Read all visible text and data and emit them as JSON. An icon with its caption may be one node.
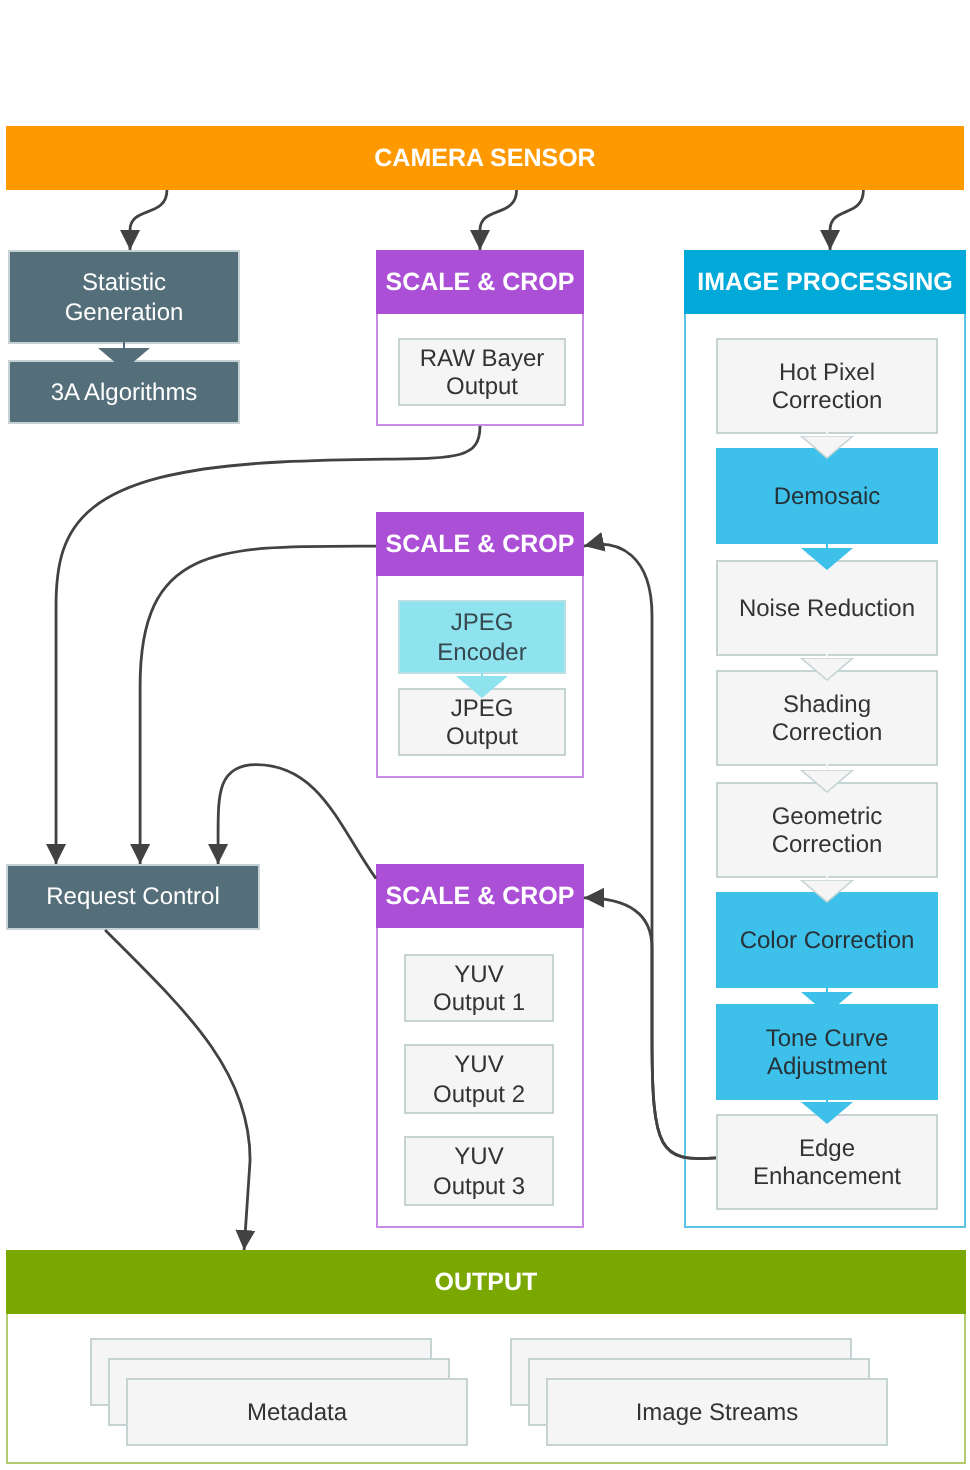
{
  "diagram": {
    "nodes": [
      {
        "text": [
          "CAMERA SENSOR"
        ]
      },
      {
        "text": [
          "Statistic Generation"
        ]
      },
      {
        "text": [
          "3A Algorithms"
        ]
      },
      {
        "text": [
          "SCALE & CROP"
        ]
      },
      {
        "text": [
          "RAW Bayer Output"
        ],
        "in": 3
      },
      {
        "text": [
          "SCALE & CROP"
        ]
      },
      {
        "text": [
          "JPEG Encoder"
        ],
        "in": 5
      },
      {
        "text": [
          "JPEG Output"
        ],
        "in": 5
      },
      {
        "text": [
          "Request Control"
        ]
      },
      {
        "text": [
          "SCALE & CROP"
        ]
      },
      {
        "text": [
          "YUV Output 1"
        ],
        "in": 9
      },
      {
        "text": [
          "YUV Output 2"
        ],
        "in": 9
      },
      {
        "text": [
          "YUV Output 3"
        ],
        "in": 9
      },
      {
        "text": [
          "IMAGE PROCESSING"
        ]
      },
      {
        "text": [
          "Hot Pixel Correction"
        ],
        "in": 13
      },
      {
        "text": [
          "Demosaic"
        ],
        "in": 13
      },
      {
        "text": [
          "Noise Reduction"
        ],
        "in": 13
      },
      {
        "text": [
          "Shading Correction"
        ],
        "in": 13
      },
      {
        "text": [
          "Geometric Correction"
        ],
        "in": 13
      },
      {
        "text": [
          "Color Correction"
        ],
        "in": 13
      },
      {
        "text": [
          "Tone Curve Adjustment"
        ],
        "in": 13
      },
      {
        "text": [
          "Edge Enhancement"
        ],
        "in": 13
      },
      {
        "text": [
          "OUTPUT"
        ]
      },
      {
        "text": [
          "Metadata"
        ],
        "in": 22
      },
      {
        "text": [
          "Image Streams"
        ],
        "in": 22
      }
    ],
    "edges": [
      {
        "from": 0,
        "to": 1,
        "arrow": "to"
      },
      {
        "from": 0,
        "to": 3,
        "arrow": "to"
      },
      {
        "from": 0,
        "to": 13,
        "arrow": "to"
      },
      {
        "from": 3,
        "to": 8,
        "arrow": "to"
      },
      {
        "from": 5,
        "to": 8,
        "arrow": "to"
      },
      {
        "from": 9,
        "to": 8,
        "arrow": "to"
      },
      {
        "from": 8,
        "to": 22,
        "arrow": "to"
      },
      {
        "from": 21,
        "to": 5,
        "arrow": "to"
      },
      {
        "from": 21,
        "to": 9,
        "arrow": "to"
      },
      {
        "from": 1,
        "to": 2,
        "arrow": "to",
        "color": "#546e7a"
      },
      {
        "from": 6,
        "to": 7,
        "arrow": "to",
        "color": "#8fe3ee"
      },
      {
        "from": 14,
        "to": 15,
        "arrow": "to",
        "color": "#f5f5f5"
      },
      {
        "from": 15,
        "to": 16,
        "arrow": "to",
        "color": "#3dc1ea"
      },
      {
        "from": 16,
        "to": 17,
        "arrow": "to",
        "color": "#f5f5f5"
      },
      {
        "from": 17,
        "to": 18,
        "arrow": "to",
        "color": "#f5f5f5"
      },
      {
        "from": 18,
        "to": 19,
        "arrow": "to",
        "color": "#f5f5f5"
      },
      {
        "from": 19,
        "to": 20,
        "arrow": "to",
        "color": "#3dc1ea"
      },
      {
        "from": 20,
        "to": 21,
        "arrow": "to",
        "color": "#3dc1ea"
      }
    ]
  }
}
